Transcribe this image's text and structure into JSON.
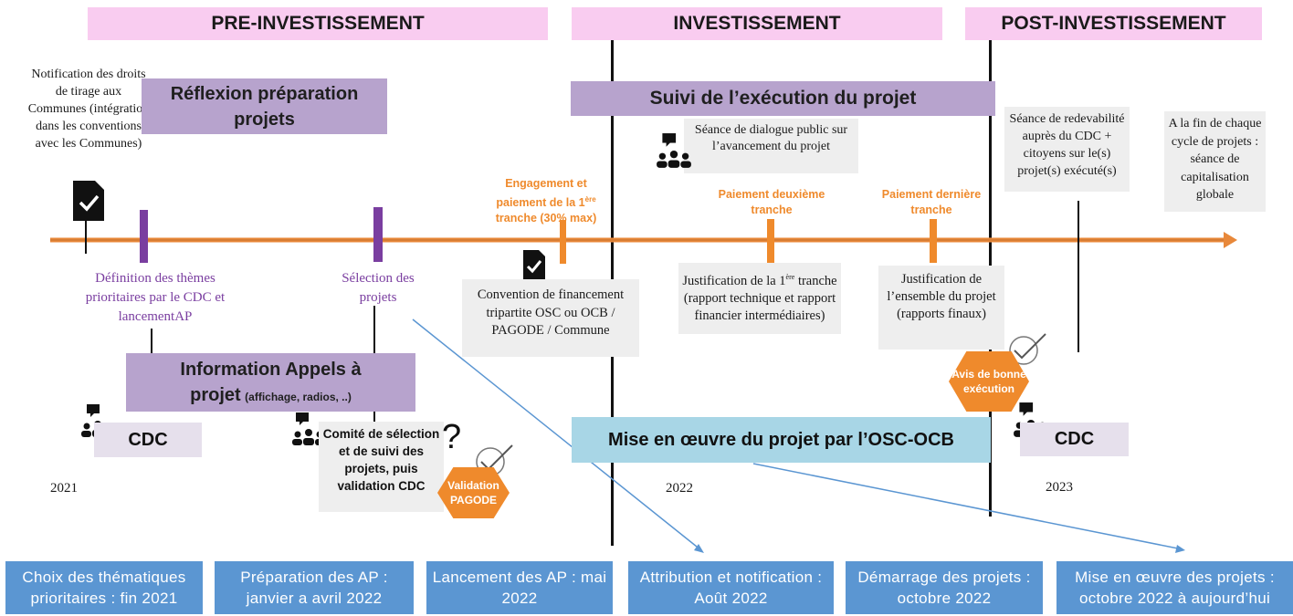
{
  "phases": {
    "pre": "PRE-INVESTISSEMENT",
    "inv": "INVESTISSEMENT",
    "post": "POST-INVESTISSEMENT"
  },
  "notes": {
    "notification": "Notification des droits de tirage aux Communes (intégration dans les conventions avec les Communes)",
    "reflexion": "Réflexion préparation projets",
    "suivi": "Suivi de l’exécution du projet",
    "seance_dialogue": "Séance de dialogue public sur l’avancement du projet",
    "seance_redevabilite": "Séance de redevabilité auprès du CDC + citoyens sur le(s) projet(s) exécuté(s)",
    "fin_cycle": "A la fin de chaque cycle de projets : séance de capitalisation globale",
    "engagement_pre": "Engagement et paiement de la 1",
    "engagement_sup": "ère",
    "engagement_post": "tranche (30% max)",
    "paiement2": "Paiement deuxième tranche",
    "paiement_derniere": "Paiement dernière tranche",
    "definition": "Définition des thèmes prioritaires par le CDC et lancementAP",
    "selection": "Sélection des projets",
    "convention": "Convention de financement tripartite OSC ou OCB / PAGODE / Commune",
    "justif1_pre": "Justification de la 1",
    "justif1_sup": "ère",
    "justif1_post": "tranche (rapport technique et rapport financier intermédiaires)",
    "justif_ensemble": "Justification de l’ensemble du projet (rapports finaux)",
    "info_title": "Information Appels à",
    "info_projet": "projet",
    "info_small": "(affichage, radios, ..)",
    "cdc_left": "CDC",
    "cdc_right": "CDC",
    "comite": "Comité de sélection et de suivi des projets, puis validation CDC",
    "question": "?",
    "validation": "Validation PAGODE",
    "avis": "Avis de bonne exécution",
    "mise_en_oeuvre": "Mise en œuvre du projet par l’OSC-OCB"
  },
  "years": {
    "y2021": "2021",
    "y2022": "2022",
    "y2023": "2023"
  },
  "bottom": [
    "Choix des thématiques prioritaires : fin 2021",
    "Préparation des AP : janvier a avril 2022",
    "Lancement des AP : mai 2022",
    "Attribution et notification : Août 2022",
    "Démarrage des projets : octobre 2022",
    "Mise en œuvre des projets : octobre 2022 à aujourd’hui"
  ],
  "colors": {
    "phase_bg": "#f9ccf0",
    "purple_box": "#b7a3cd",
    "timeline": "#e8883a",
    "orange": "#ef8a2c",
    "blue_box": "#5b96d2",
    "mise_box": "#a8d6e6",
    "purple_marker": "#7a3ea0"
  },
  "icons": [
    "document-check-icon",
    "meeting-icon",
    "checkmark-circle-icon"
  ]
}
